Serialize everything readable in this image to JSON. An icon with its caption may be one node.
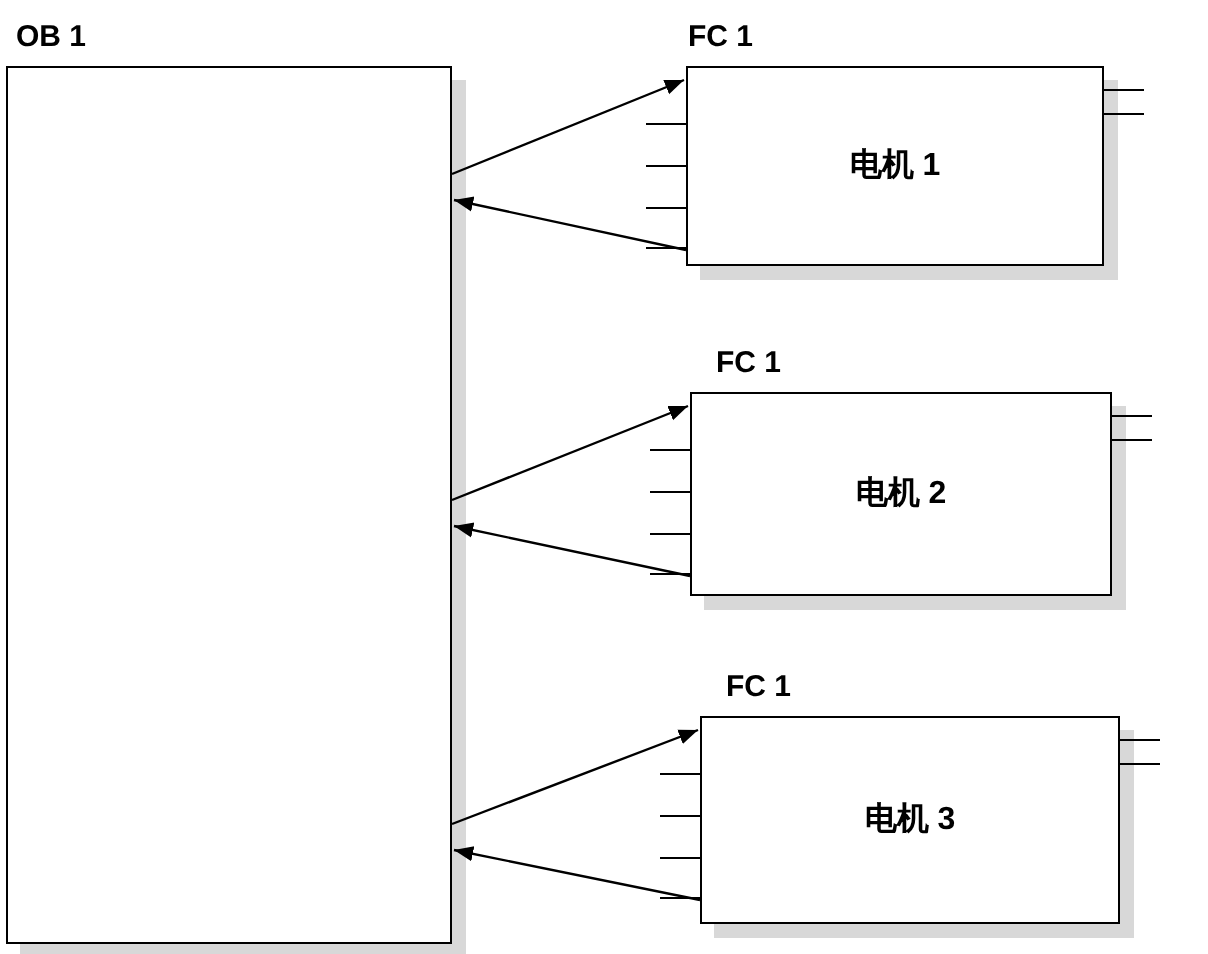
{
  "diagram": {
    "nodes": [
      {
        "text": [
          "OB 1"
        ]
      },
      {
        "text": [
          "FC 1",
          "电机 1"
        ]
      },
      {
        "text": [
          "FC 1",
          "电机 2"
        ]
      },
      {
        "text": [
          "FC 1",
          "电机 3"
        ]
      }
    ],
    "edges": [
      {
        "from": 0,
        "to": 1,
        "arrow": "to"
      },
      {
        "from": 1,
        "to": 0,
        "arrow": "to"
      },
      {
        "from": 0,
        "to": 2,
        "arrow": "to"
      },
      {
        "from": 2,
        "to": 0,
        "arrow": "to"
      },
      {
        "from": 0,
        "to": 3,
        "arrow": "to"
      },
      {
        "from": 3,
        "to": 0,
        "arrow": "to"
      }
    ]
  }
}
